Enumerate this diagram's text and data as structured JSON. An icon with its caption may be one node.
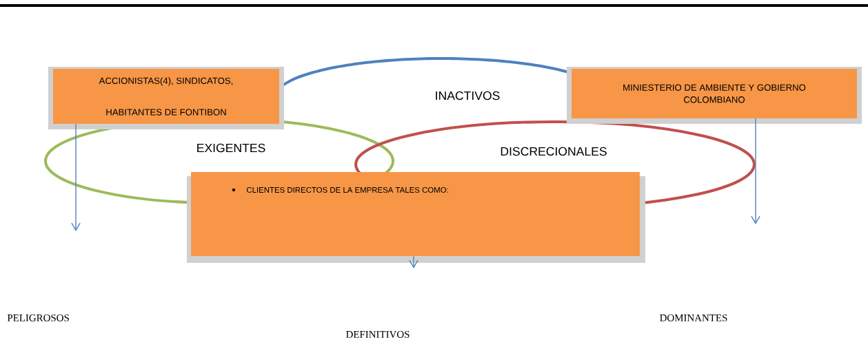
{
  "diagram": {
    "nodes": [
      {
        "text": [
          "ACCIONISTAS(4), SINDICATOS, HABITANTES DE FONTIBON"
        ]
      },
      {
        "text": [
          "INACTIVOS"
        ]
      },
      {
        "text": [
          "MINIESTERIO DE AMBIENTE Y GOBIERNO COLOMBIANO"
        ]
      },
      {
        "text": [
          "EXIGENTES"
        ]
      },
      {
        "text": [
          "DISCRECIONALES"
        ]
      },
      {
        "text": [
          "CLIENTES DIRECTOS DE LA EMPRESA TALES COMO:"
        ]
      }
    ],
    "edges": [
      {
        "from": 0,
        "to": null,
        "arrow": "to"
      },
      {
        "from": 2,
        "to": null,
        "arrow": "to"
      },
      {
        "from": 5,
        "to": null,
        "arrow": "to"
      }
    ],
    "labels": [
      "PELIGROSOS",
      "DEFINITIVOS",
      "DOMINANTES"
    ]
  }
}
